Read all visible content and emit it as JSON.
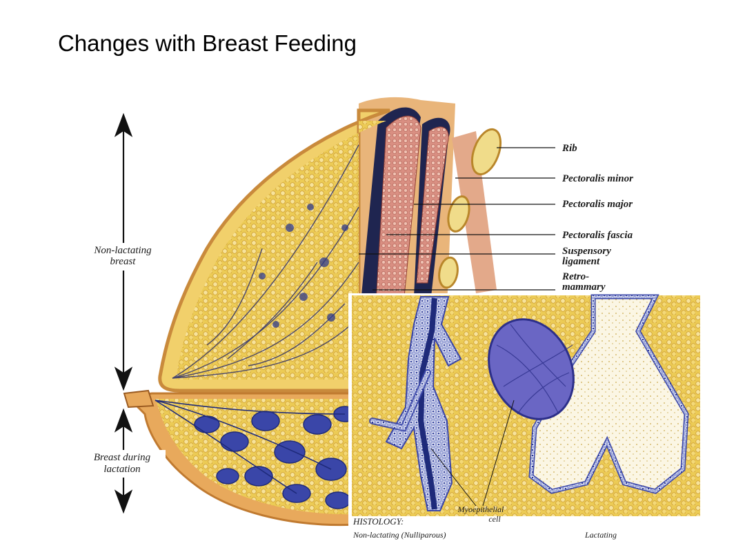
{
  "slide": {
    "title": "Changes with Breast Feeding"
  },
  "labels": {
    "rib": "Rib",
    "pectoralis_minor": "Pectoralis minor",
    "pectoralis_major": "Pectoralis major",
    "pectoralis_fascia": "Pectoralis fascia",
    "suspensory_1": "Suspensory",
    "suspensory_2": "ligament",
    "retro_1": "Retro-",
    "retro_2": "mammary"
  },
  "side_labels": {
    "nonlact_1": "Non-lactating",
    "nonlact_2": "breast",
    "lact_1": "Breast during",
    "lact_2": "lactation"
  },
  "histology": {
    "heading": "HISTOLOGY:",
    "nonlactating": "Non-lactating (Nulliparous)",
    "lactating": "Lactating",
    "myo_1": "Myoepithelial",
    "myo_2": "cell"
  },
  "colors": {
    "fat": "#e8c24a",
    "fat_light": "#f6e49a",
    "lobule_blue": "#3a46a8",
    "muscle": "#c9786e",
    "skin": "#e0a15a",
    "duct_dark": "#1e2a7a"
  }
}
